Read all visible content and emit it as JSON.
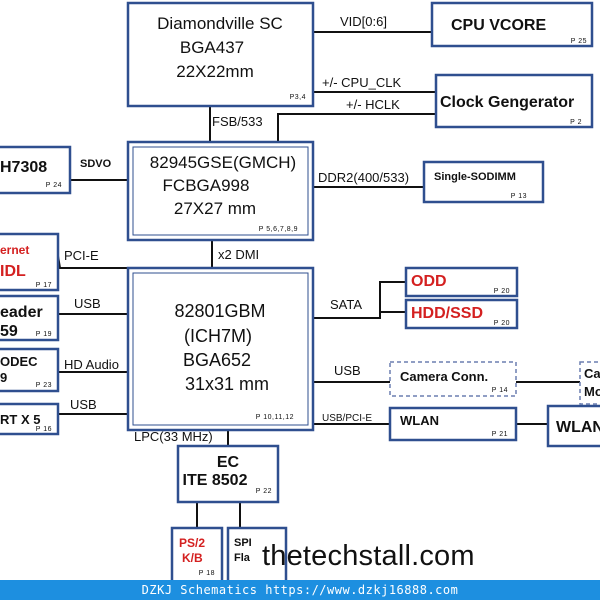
{
  "blocks": {
    "cpu": {
      "line1": "Diamondville SC",
      "line2": "BGA437",
      "line3": "22X22mm",
      "page": "P3,4"
    },
    "cpu_vcore": {
      "label": "CPU VCORE",
      "page": "P 25"
    },
    "clock_gen": {
      "label": "Clock Gengerator",
      "page": "P 2"
    },
    "gmch": {
      "line1": "82945GSE(GMCH)",
      "line2": "FCBGA998",
      "line3": "27X27 mm",
      "page": "P 5,6,7,8,9"
    },
    "sodimm": {
      "label": "Single-SODIMM",
      "page": "P 13"
    },
    "ch7308": {
      "label": "H7308",
      "page": "P 24"
    },
    "ich": {
      "line1": "82801GBM",
      "line2": "(ICH7M)",
      "line3": "BGA652",
      "line4": "31x31 mm",
      "page": "P 10,11,12"
    },
    "ethernet": {
      "line1": "ernet",
      "line2": "IDL",
      "page": "P 17"
    },
    "card_reader": {
      "line1": "eader",
      "line2": "59",
      "page": "P 19"
    },
    "codec": {
      "line1": "ODEC",
      "line2": "9",
      "page": "P 23"
    },
    "usb_port": {
      "label": "RT X 5",
      "page": "P 16"
    },
    "odd": {
      "label": "ODD",
      "page": "P 20"
    },
    "hdd": {
      "label": "HDD/SSD",
      "page": "P 20"
    },
    "camera": {
      "label": "Camera Conn.",
      "page": "P 14"
    },
    "camera_module": {
      "line1": "Ca",
      "line2": "Mo"
    },
    "wlan": {
      "label": "WLAN",
      "page": "P 21"
    },
    "wlan_ant": {
      "label": "WLAN"
    },
    "ec": {
      "line1": "EC",
      "line2": "ITE 8502",
      "page": "P 22"
    },
    "ps2": {
      "line1": "PS/2",
      "line2": "K/B",
      "page": "P 18"
    },
    "spi": {
      "line1": "SPI",
      "line2": "Fla"
    }
  },
  "signals": {
    "vid": "VID[0:6]",
    "cpu_clk": "+/- CPU_CLK",
    "hclk": "+/- HCLK",
    "fsb": "FSB/533",
    "sdvo": "SDVO",
    "ddr2": "DDR2(400/533)",
    "dmi": "x2 DMI",
    "pcie": "PCI-E",
    "usb_card": "USB",
    "hd_audio": "HD Audio",
    "usb_port": "USB",
    "sata": "SATA",
    "usb_cam": "USB",
    "usb_pcie": "USB/PCI-E",
    "lpc": "LPC(33 MHz)"
  },
  "watermark": "thetechstall.com",
  "footer": "DZKJ Schematics https://www.dzkj16888.com"
}
